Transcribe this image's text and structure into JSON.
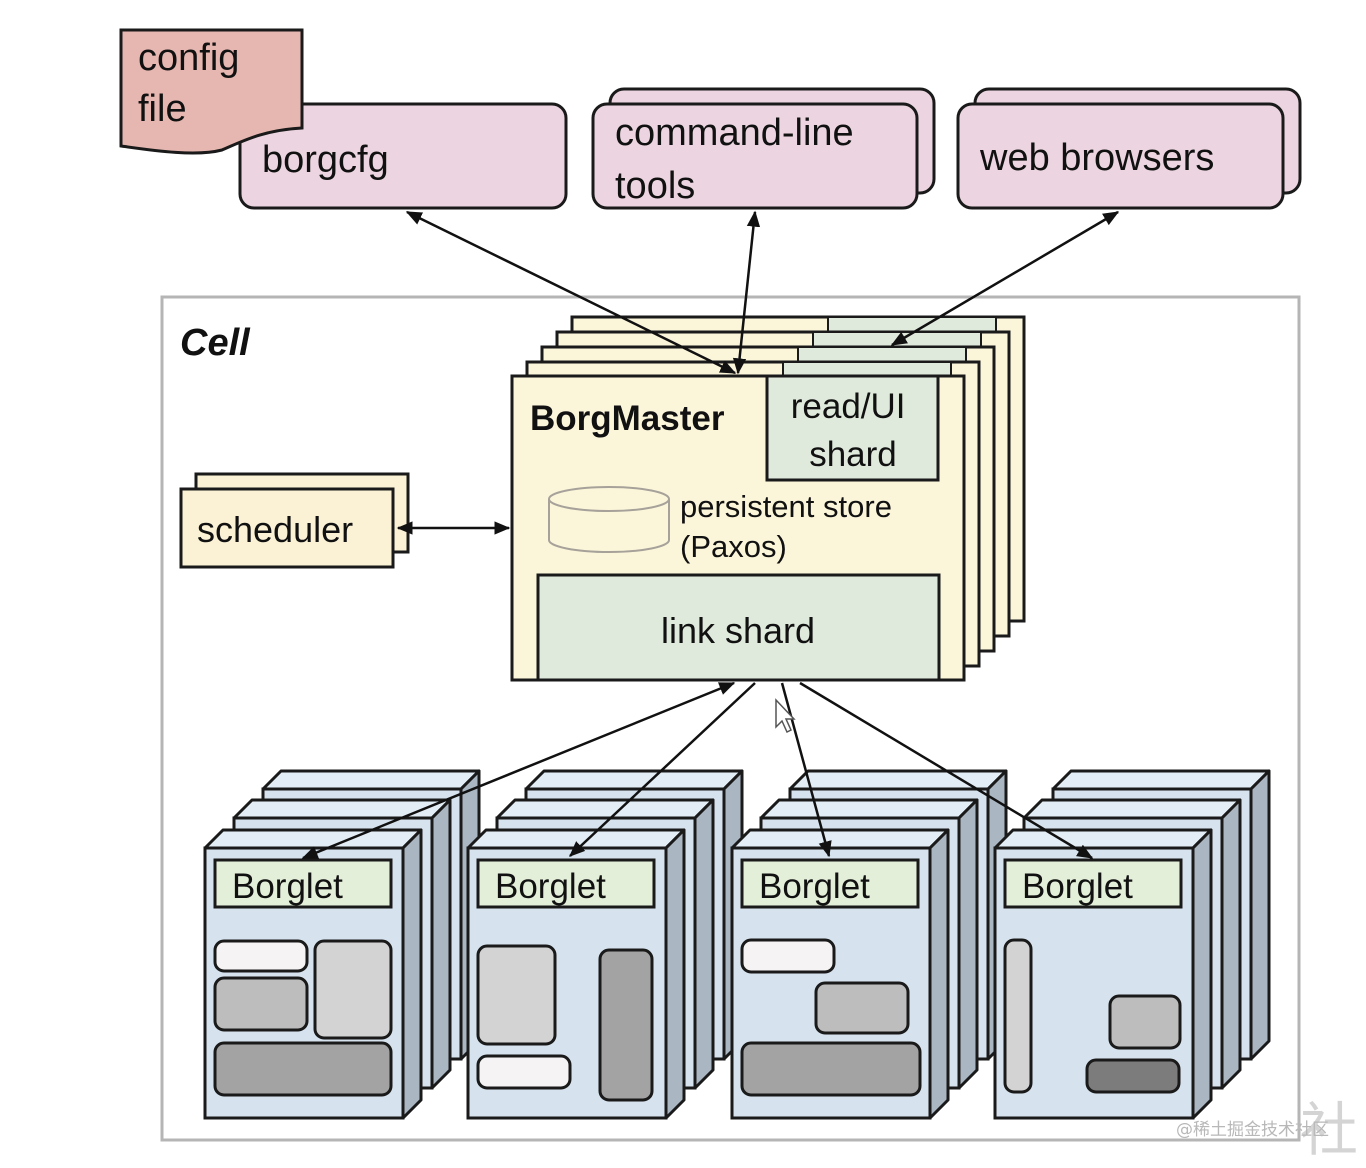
{
  "colors": {
    "client_fill": "#ecd5e0",
    "config_fill": "#e6b7b1",
    "master_fill": "#fbf5da",
    "shard_fill": "#dfeadc",
    "scheduler_fill": "#fbf2d6",
    "borglet_front": "#d6e3ee",
    "borglet_top": "#e3edf5",
    "borglet_side": "#aab7c2",
    "borglet_label_fill": "#e4efd9",
    "task_white": "#f5f3f3",
    "task_light": "#d3d3d3",
    "task_mid": "#bdbdbd",
    "task_dark": "#a3a3a3",
    "task_darker": "#7c7c7c",
    "cell_border": "#b8b8b8",
    "stroke": "#1a1a1a"
  },
  "config_file": {
    "lines": [
      "config",
      "file"
    ]
  },
  "clients": {
    "borgcfg": {
      "label": "borgcfg"
    },
    "command_line_tools": {
      "lines": [
        "command-line",
        "tools"
      ]
    },
    "web_browsers": {
      "label": "web browsers"
    }
  },
  "cell": {
    "label": "Cell"
  },
  "borgmaster": {
    "title": "BorgMaster",
    "read_ui_shard": {
      "lines": [
        "read/UI",
        "shard"
      ]
    },
    "persistent_store": {
      "lines": [
        "persistent store",
        "(Paxos)"
      ]
    },
    "link_shard": {
      "label": "link shard"
    }
  },
  "scheduler": {
    "label": "scheduler"
  },
  "borglets": [
    {
      "label": "Borglet"
    },
    {
      "label": "Borglet"
    },
    {
      "label": "Borglet"
    },
    {
      "label": "Borglet"
    }
  ],
  "watermark": {
    "text": "@稀土掘金技术社区"
  }
}
